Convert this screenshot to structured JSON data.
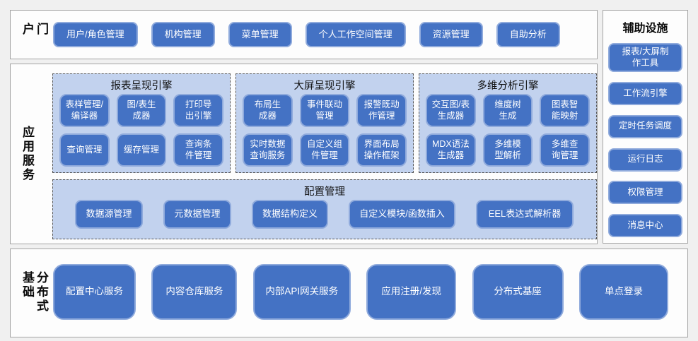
{
  "colors": {
    "button_fill": "#4472c4",
    "button_border": "#8faadc",
    "group_fill": "#c2d2ee",
    "section_border": "#a3a3a3",
    "page_bg": "#f0f0f0",
    "button_text": "#ffffff"
  },
  "portal": {
    "label": "门户",
    "buttons": [
      "用户/角色管理",
      "机构管理",
      "菜单管理",
      "个人工作空间管理",
      "资源管理",
      "自助分析"
    ]
  },
  "app_services": {
    "label": "应用服务",
    "groups": [
      {
        "title": "报表呈现引擎",
        "buttons": [
          "表样管理/\n编译器",
          "图/表生\n成器",
          "打印导\n出引擎",
          "查询管理",
          "缓存管理",
          "查询条\n件管理"
        ]
      },
      {
        "title": "大屏呈现引擎",
        "buttons": [
          "布局生\n成器",
          "事件联动\n管理",
          "报警既动\n作管理",
          "实时数据\n查询服务",
          "自定义组\n件管理",
          "界面布局\n操作框架"
        ]
      },
      {
        "title": "多维分析引擎",
        "buttons": [
          "交互图/表\n生成器",
          "维度树\n生成",
          "图表智\n能映射",
          "MDX语法\n生成器",
          "多维模\n型解析",
          "多维查\n询管理"
        ]
      }
    ],
    "config": {
      "title": "配置管理",
      "buttons": [
        "数据源管理",
        "元数据管理",
        "数据结构定义",
        "自定义模块/函数插入",
        "EEL表达式解析器"
      ]
    }
  },
  "distributed": {
    "label": "分布式基础",
    "buttons": [
      "配置中心服务",
      "内容仓库服务",
      "内部API网关服务",
      "应用注册/发现",
      "分布式基座",
      "单点登录"
    ]
  },
  "auxiliary": {
    "title": "辅助设施",
    "buttons": [
      "报表/大屏制\n作工具",
      "工作流引擎",
      "定时任务调度",
      "运行日志",
      "权限管理",
      "消息中心"
    ]
  }
}
